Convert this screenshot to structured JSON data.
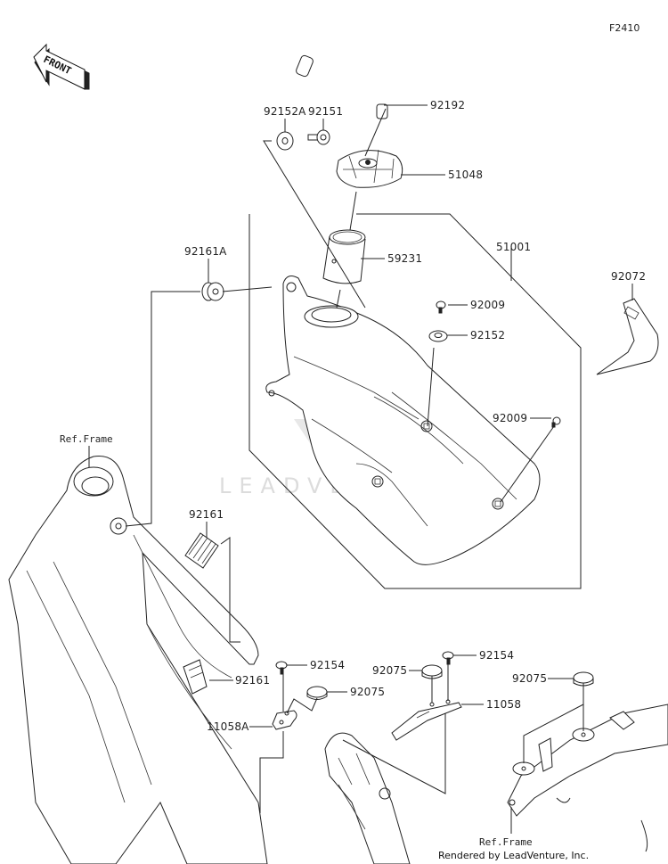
{
  "figure_code": "F2410",
  "front_arrow": {
    "label": "FRONT"
  },
  "watermark": "LEADVENTURE",
  "credit": "Rendered by LeadVenture, Inc.",
  "parts": [
    {
      "id": "p-92152a",
      "number": "92152A",
      "name": "washer"
    },
    {
      "id": "p-92151",
      "number": "92151",
      "name": "bolt"
    },
    {
      "id": "p-92192",
      "number": "92192",
      "name": "breather-tube"
    },
    {
      "id": "p-51048",
      "number": "51048",
      "name": "fuel-cap"
    },
    {
      "id": "p-51001",
      "number": "51001",
      "name": "fuel-tank"
    },
    {
      "id": "p-59231",
      "number": "59231",
      "name": "filler-neck-strainer"
    },
    {
      "id": "p-92161a",
      "number": "92161A",
      "name": "damper"
    },
    {
      "id": "p-92072",
      "number": "92072",
      "name": "band-strap"
    },
    {
      "id": "p-92009-a",
      "number": "92009",
      "name": "screw"
    },
    {
      "id": "p-92152",
      "number": "92152",
      "name": "washer"
    },
    {
      "id": "p-92009-b",
      "number": "92009",
      "name": "screw"
    },
    {
      "id": "p-92161-a",
      "number": "92161",
      "name": "damper"
    },
    {
      "id": "p-92161-b",
      "number": "92161",
      "name": "damper"
    },
    {
      "id": "p-92154-a",
      "number": "92154",
      "name": "bolt"
    },
    {
      "id": "p-92075-a",
      "number": "92075",
      "name": "damper"
    },
    {
      "id": "p-11058a",
      "number": "11058A",
      "name": "bracket"
    },
    {
      "id": "p-92075-b",
      "number": "92075",
      "name": "damper"
    },
    {
      "id": "p-92154-b",
      "number": "92154",
      "name": "bolt"
    },
    {
      "id": "p-11058",
      "number": "11058",
      "name": "bracket"
    },
    {
      "id": "p-92075-c",
      "number": "92075",
      "name": "damper"
    }
  ],
  "references": [
    {
      "label": "Ref.Frame"
    },
    {
      "label": "Ref.Frame"
    }
  ]
}
